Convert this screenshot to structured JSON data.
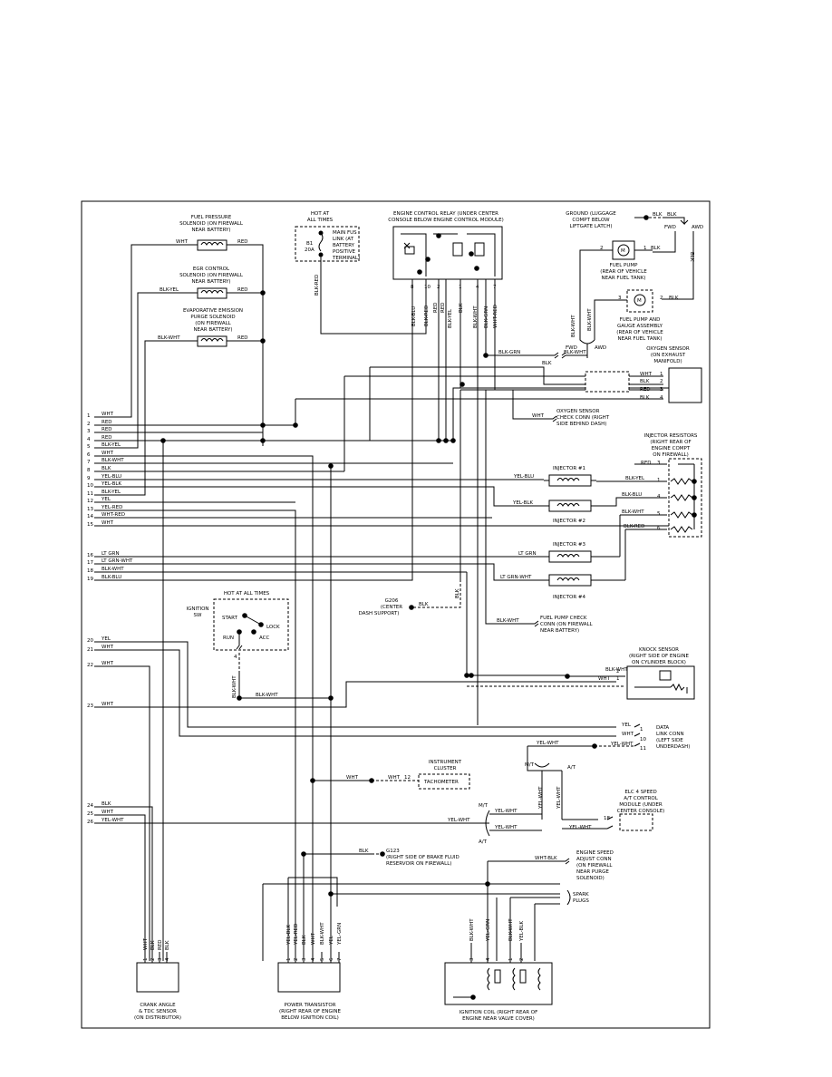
{
  "ecu_pins": {
    "p1": "1",
    "p2": "2",
    "p3": "3",
    "p4": "4",
    "p5": "5",
    "p6": "6",
    "p7": "7",
    "p8": "8",
    "p9": "9",
    "p10": "10",
    "p11": "11",
    "p12": "12",
    "p13": "13",
    "p14": "14",
    "p15": "15",
    "p16": "16",
    "p17": "17",
    "p18": "18",
    "p19": "19",
    "p20": "20",
    "p21": "21",
    "p22": "22",
    "p23": "23",
    "p24": "24",
    "p25": "25",
    "p26": "26"
  },
  "ecu_wires": {
    "w1": "WHT",
    "w2": "RED",
    "w3": "RED",
    "w4": "RED",
    "w5": "BLK-YEL",
    "w6": "WHT",
    "w7": "BLK-WHT",
    "w8": "BLK",
    "w9": "YEL-BLU",
    "w10": "YEL-BLK",
    "w11": "BLK-YEL",
    "w12": "YEL",
    "w13": "YEL-RED",
    "w14": "WHT-RED",
    "w15": "WHT",
    "w16": "LT GRN",
    "w17": "LT GRN-WHT",
    "w18": "BLK-WHT",
    "w19": "BLK-BLU",
    "w20": "YEL",
    "w21": "WHT",
    "w22": "WHT",
    "w23": "WHT",
    "w24": "BLK",
    "w25": "WHT",
    "w26": "YEL-WHT"
  },
  "solenoids": {
    "fuel_pressure": [
      "FUEL PRESSURE",
      "SOLENOID (ON FIREWALL",
      "NEAR BATTERY)"
    ],
    "fp_left": "WHT",
    "fp_right": "RED",
    "egr": [
      "EGR CONTROL",
      "SOLENOID (ON FIREWALL",
      "NEAR BATTERY)"
    ],
    "egr_left": "BLK-YEL",
    "egr_right": "RED",
    "evap": [
      "EVAPORATIVE EMISSION",
      "PURGE SOLENOID",
      "(ON FIREWALL",
      "NEAR BATTERY)"
    ],
    "evap_left": "BLK-WHT",
    "evap_right": "RED"
  },
  "hot_at_all_times": [
    "HOT AT",
    "ALL TIMES"
  ],
  "fusible_link": [
    "MAIN FUS",
    "LINK (AT",
    "BATTERY",
    "POSITIVE",
    "TERMINAL)"
  ],
  "fuse_num": "B1",
  "fuse_amp": "20A",
  "fuse_wire": "BLK-RED",
  "relay_title": [
    "ENGINE CONTROL RELAY (UNDER CENTER",
    "CONSOLE BELOW ENGINE CONTROL MODULE)"
  ],
  "relay_pins": [
    "8",
    "10",
    "2",
    "1",
    "4",
    "7"
  ],
  "relay_wires": [
    "BLK-BLU",
    "BLK-RED",
    "RED",
    "RED",
    "BLK-YEL",
    "BLK",
    "BLK-WHT",
    "BLK-GRN",
    "WHT-RED"
  ],
  "ground_luggage": [
    "GROUND (LUGGAGE",
    "COMPT BELOW",
    "LIFTGATE LATCH)"
  ],
  "ground_blk": "BLK",
  "ground_blk2": "BLK",
  "fwd": "FWD",
  "awd": "AWD",
  "fuel_pump": [
    "FUEL PUMP",
    "(REAR OF VEHICLE",
    "NEAR FUEL TANK)"
  ],
  "fuel_pump_pin2": "2",
  "fuel_pump_pin1": "1",
  "fuel_pump_wire": "BLK",
  "fuel_pump_gauge": [
    "FUEL PUMP AND",
    "GAUGE ASSEMBLY",
    "(REAR OF VEHICLE",
    "NEAR FUEL TANK)"
  ],
  "fpg_pin3": "3",
  "fpg_pin2": "2",
  "fpg_wire": "BLK",
  "fwd_wire": "BLK-WHT",
  "awd_wire": "BLK-WHT",
  "fwd_label": "FWD",
  "awd_label": "AWD",
  "bottom_awd_wire": "BLK",
  "blk_grn_wire": "BLK-GRN",
  "blk_wht_wire": "BLK-WHT",
  "oxygen_sensor": [
    "OXYGEN SENSOR",
    "(ON EXHAUST",
    "MANIFOLD)"
  ],
  "o2_wires": [
    "WHT",
    "BLK",
    "RED",
    "BLK"
  ],
  "o2_pins": [
    "1",
    "2",
    "3",
    "4"
  ],
  "o2_check": [
    "OXYGEN SENSOR",
    "CHECK CONN (RIGHT",
    "SIDE BEHIND DASH)"
  ],
  "o2_check_wire": "WHT",
  "blk_wire": "BLK",
  "injector_resistors": [
    "INJECTOR RESISTORS",
    "(RIGHT REAR OF",
    "ENGINE COMPT",
    "ON FIREWALL)"
  ],
  "res_pins": [
    "3",
    "1",
    "4",
    "5",
    "6"
  ],
  "res_red": "RED",
  "injectors": {
    "i1": "INJECTOR #1",
    "i2": "INJECTOR #2",
    "i3": "INJECTOR #3",
    "i4": "INJECTOR #4",
    "i1_in": "YEL-BLU",
    "i1_out": "BLK-YEL",
    "i2_in": "YEL-BLK",
    "i2_out": "BLK-BLU",
    "i3_in": "LT GRN",
    "i3_out": "BLK-WHT",
    "i4_in": "LT GRN-WHT",
    "i4_out": "BLK-RED"
  },
  "g206": [
    "G206",
    "(CENTER",
    "DASH SUPPORT)"
  ],
  "g206_wire": "BLK",
  "g206_wire2": "BLK",
  "fuel_pump_check": [
    "FUEL PUMP CHECK",
    "CONN (ON FIREWALL",
    "NEAR BATTERY)"
  ],
  "fpc_wire": "BLK-WHT",
  "ignition_sw": [
    "IGNITION",
    "SW"
  ],
  "ign_hot": "HOT AT ALL TIMES",
  "ign_start": "START",
  "ign_lock": "LOCK",
  "ign_run": "RUN",
  "ign_acc": "ACC",
  "ign_pin": "4",
  "ign_wire": "BLK-WHT",
  "ign_wire2": "BLK-WHT",
  "knock_sensor": [
    "KNOCK SENSOR",
    "(RIGHT SIDE OF ENGINE",
    "ON CYLINDER BLOCK)"
  ],
  "knock_w1": "BLK-WHT",
  "knock_w2": "WHT",
  "knock_p2": "2",
  "knock_p1": "1",
  "data_link": [
    "DATA",
    "LINK CONN",
    "(LEFT SIDE",
    "UNDERDASH)"
  ],
  "dl_wires": [
    "YEL",
    "WHT",
    "YEL-WHT",
    "YEL-WHT"
  ],
  "dl_pins": [
    "1",
    "10",
    "11"
  ],
  "instrument_cluster": [
    "INSTRUMENT",
    "CLUSTER"
  ],
  "tachometer": "TACHOMETER",
  "tach_wire": "WHT",
  "tach_wire2": "WHT",
  "tach_pin": "12",
  "mt_label": "M/T",
  "at_label": "A/T",
  "mt_label2": "M/T",
  "at_label2": "A/T",
  "mt_wire": "YEL-WHT",
  "at_wire": "YEL-WHT",
  "elc": [
    "ELC 4 SPEED",
    "A/T CONTROL",
    "MODULE (UNDER",
    "CENTER CONSOLE)"
  ],
  "elc_pin": "18",
  "yw_1": "YEL-WHT",
  "yw_2": "YEL-WHT",
  "yw_3": "YEL-WHT",
  "yw_4": "YEL-WHT",
  "g123": [
    "G123",
    "(RIGHT SIDE OF BRAKE FLUID",
    "RESERVOIR ON FIREWALL)"
  ],
  "g123_wire": "BLK",
  "engine_speed": [
    "ENGINE SPEED",
    "ADJUST CONN",
    "(ON FIREWALL",
    "NEAR PURGE",
    "SOLENOID)"
  ],
  "es_wire": "WHT-BLK",
  "spark_plugs": [
    "SPARK",
    "PLUGS"
  ],
  "crank": [
    "CRANK ANGLE",
    "& TDC SENSOR",
    "(ON DISTRIBUTOR)"
  ],
  "crank_wires": [
    "WHT",
    "BLK",
    "RED",
    "BLK"
  ],
  "crank_pins": [
    "1",
    "2",
    "3",
    "4"
  ],
  "power_transistor": [
    "POWER TRANSISTOR",
    "(RIGHT REAR OF ENGINE",
    "BELOW IGNITION COIL)"
  ],
  "pt_wires": [
    "YEL-BLK",
    "YEL-RED",
    "BLK",
    "WHT",
    "BLK-WHT",
    "YEL",
    "YEL-GRN"
  ],
  "pt_pins": [
    "1",
    "2",
    "3",
    "4",
    "5",
    "6",
    "7"
  ],
  "ignition_coil": [
    "IGNITION COIL (RIGHT REAR OF",
    "ENGINE NEAR VALVE COVER)"
  ],
  "coil_wires": [
    "BLK-WHT",
    "YEL-GRN",
    "BLK-WHT",
    "YEL-BLK"
  ],
  "coil_pins": [
    "3",
    "4",
    "1",
    "2"
  ]
}
